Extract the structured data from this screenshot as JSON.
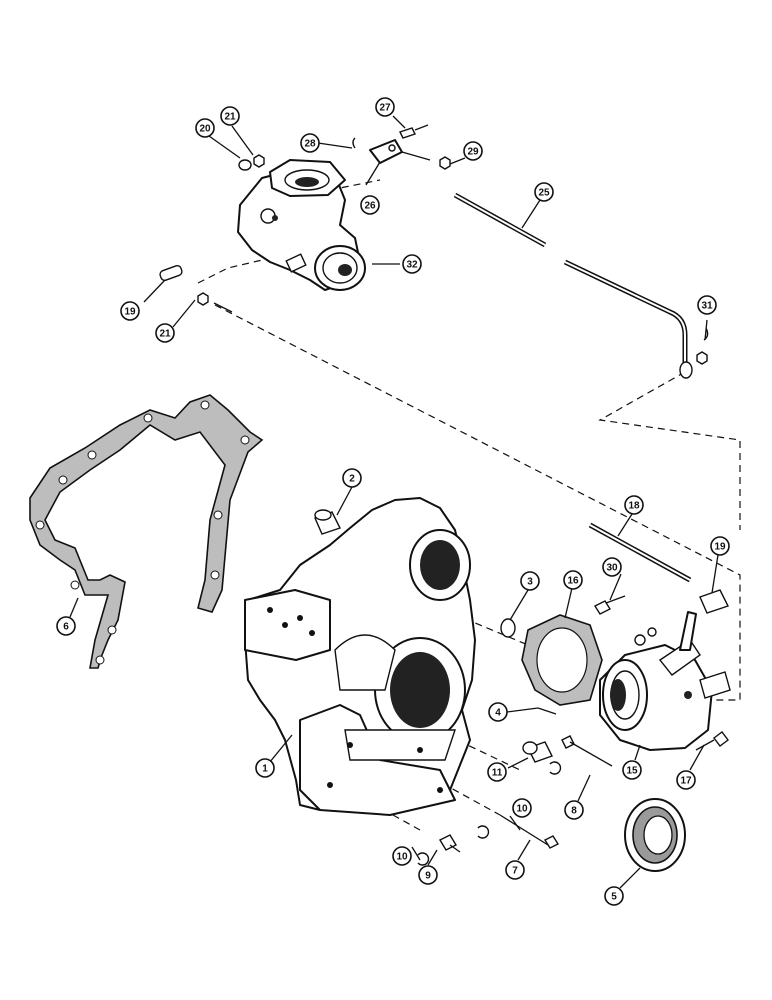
{
  "callouts": [
    {
      "id": "c1",
      "label": "1"
    },
    {
      "id": "c2",
      "label": "2"
    },
    {
      "id": "c3",
      "label": "3"
    },
    {
      "id": "c4",
      "label": "4"
    },
    {
      "id": "c5",
      "label": "5"
    },
    {
      "id": "c6",
      "label": "6"
    },
    {
      "id": "c7",
      "label": "7"
    },
    {
      "id": "c8",
      "label": "8"
    },
    {
      "id": "c9",
      "label": "9"
    },
    {
      "id": "c10a",
      "label": "10"
    },
    {
      "id": "c10b",
      "label": "10"
    },
    {
      "id": "c11",
      "label": "11"
    },
    {
      "id": "c15",
      "label": "15"
    },
    {
      "id": "c16",
      "label": "16"
    },
    {
      "id": "c17",
      "label": "17"
    },
    {
      "id": "c18",
      "label": "18"
    },
    {
      "id": "c19a",
      "label": "19"
    },
    {
      "id": "c19b",
      "label": "19"
    },
    {
      "id": "c20",
      "label": "20"
    },
    {
      "id": "c21a",
      "label": "21"
    },
    {
      "id": "c21b",
      "label": "21"
    },
    {
      "id": "c25",
      "label": "25"
    },
    {
      "id": "c26",
      "label": "26"
    },
    {
      "id": "c27",
      "label": "27"
    },
    {
      "id": "c28",
      "label": "28"
    },
    {
      "id": "c29",
      "label": "29"
    },
    {
      "id": "c30",
      "label": "30"
    },
    {
      "id": "c31",
      "label": "31"
    },
    {
      "id": "c32",
      "label": "32"
    }
  ]
}
